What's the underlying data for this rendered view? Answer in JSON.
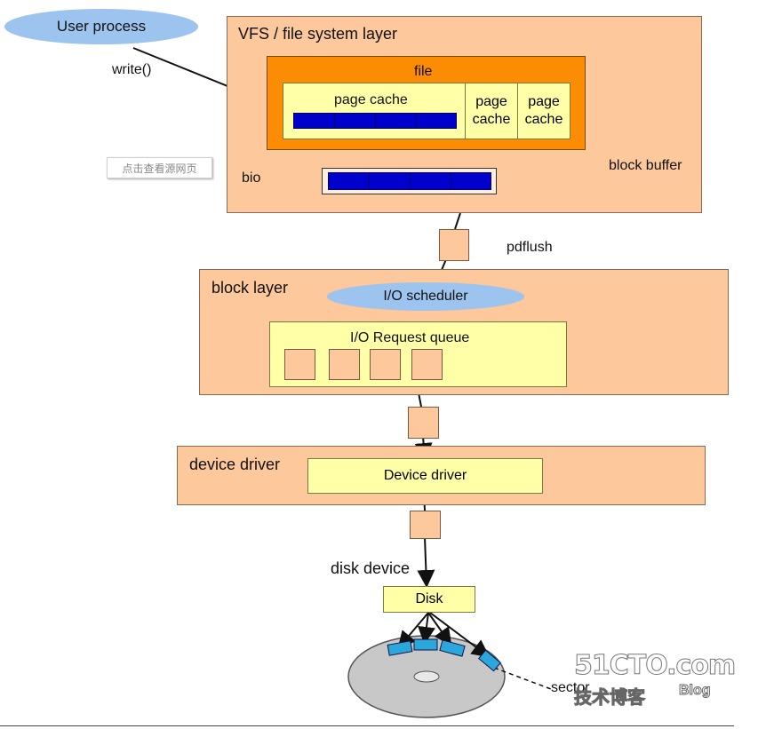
{
  "user_process": "User process",
  "write_call": "write()",
  "vfs_layer": {
    "title": "VFS / file system layer",
    "file_label": "file",
    "page_cache": "page cache",
    "page_cache_2": "page\ncache",
    "page_cache_3": "page\ncache",
    "bio": "bio",
    "block_buffer": "block buffer",
    "view_source_button": "点击查看源网页"
  },
  "pdflush": "pdflush",
  "block_layer": {
    "title": "block layer",
    "io_scheduler": "I/O scheduler",
    "request_queue": "I/O Request queue"
  },
  "device_driver_layer": {
    "title": "device driver",
    "driver_box": "Device driver"
  },
  "disk_layer": {
    "title": "disk device",
    "disk_box": "Disk",
    "sector": "sector"
  },
  "watermark": {
    "site": "51CTO.com",
    "sub": "技术博客",
    "blog": "Blog"
  },
  "colors": {
    "layer_fill": "#fcc89c",
    "file_fill": "#fc8c04",
    "yellow_fill": "#ffffa8",
    "blue_block": "#0000cc",
    "ellipse": "#9dc3ef",
    "disk_gray": "#c8c8c8",
    "sector_cyan": "#2aa8dc"
  }
}
